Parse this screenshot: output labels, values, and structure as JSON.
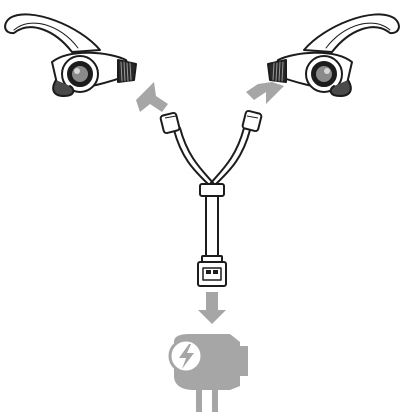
{
  "diagram": {
    "parts": [
      {
        "id": "left-earbud",
        "icon": "earbud-icon"
      },
      {
        "id": "right-earbud",
        "icon": "earbud-icon"
      },
      {
        "id": "y-split-charging-cable",
        "icon": "cable-icon"
      },
      {
        "id": "usb-plug",
        "icon": "usb-connector-icon"
      },
      {
        "id": "wall-charger",
        "icon": "wall-adapter-icon"
      }
    ],
    "flow": [
      {
        "from": "wall-charger",
        "to": "usb-plug",
        "icon": "arrow-up-icon"
      },
      {
        "from": "cable-left-branch",
        "to": "left-earbud",
        "icon": "arrow-up-left-icon"
      },
      {
        "from": "cable-right-branch",
        "to": "right-earbud",
        "icon": "arrow-up-right-icon"
      }
    ],
    "colors": {
      "line": "#1c1c1c",
      "arrow": "#a6a6a6",
      "charger": "#a6a6a6",
      "background": "#ffffff"
    }
  }
}
